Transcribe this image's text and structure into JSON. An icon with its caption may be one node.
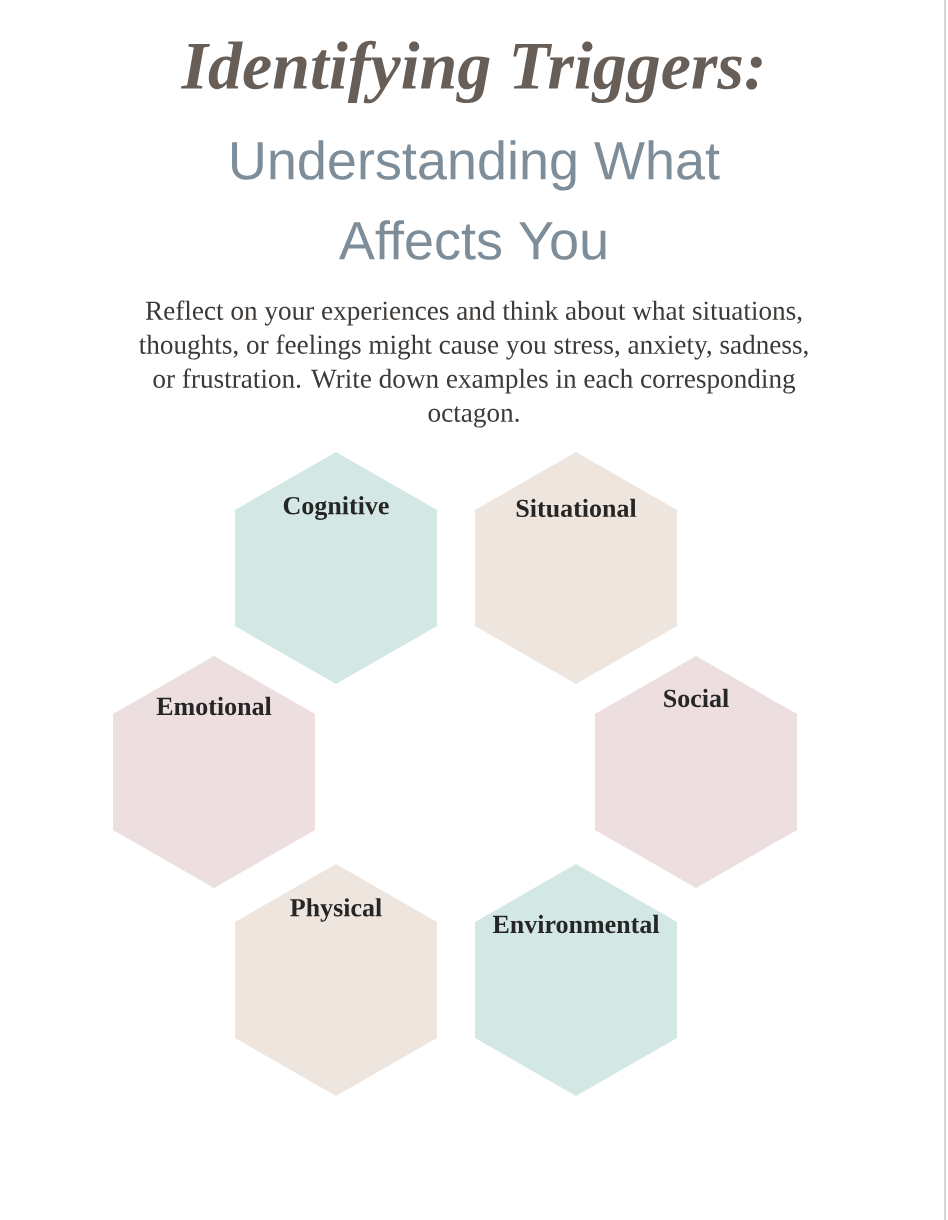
{
  "diagram": {
    "title": "Identifying Triggers:",
    "nodes": [
      {
        "text": [
          "Cognitive"
        ]
      },
      {
        "text": [
          "Situational"
        ]
      },
      {
        "text": [
          "Emotional"
        ]
      },
      {
        "text": [
          "Social"
        ]
      },
      {
        "text": [
          "Physical"
        ]
      },
      {
        "text": [
          "Environmental"
        ]
      }
    ],
    "labels": [
      "Understanding What Affects You",
      "Reflect on your experiences and think about what situations, thoughts, or feelings might cause you stress, anxiety, sadness, or frustration. Write down examples in each corresponding octagon."
    ]
  }
}
